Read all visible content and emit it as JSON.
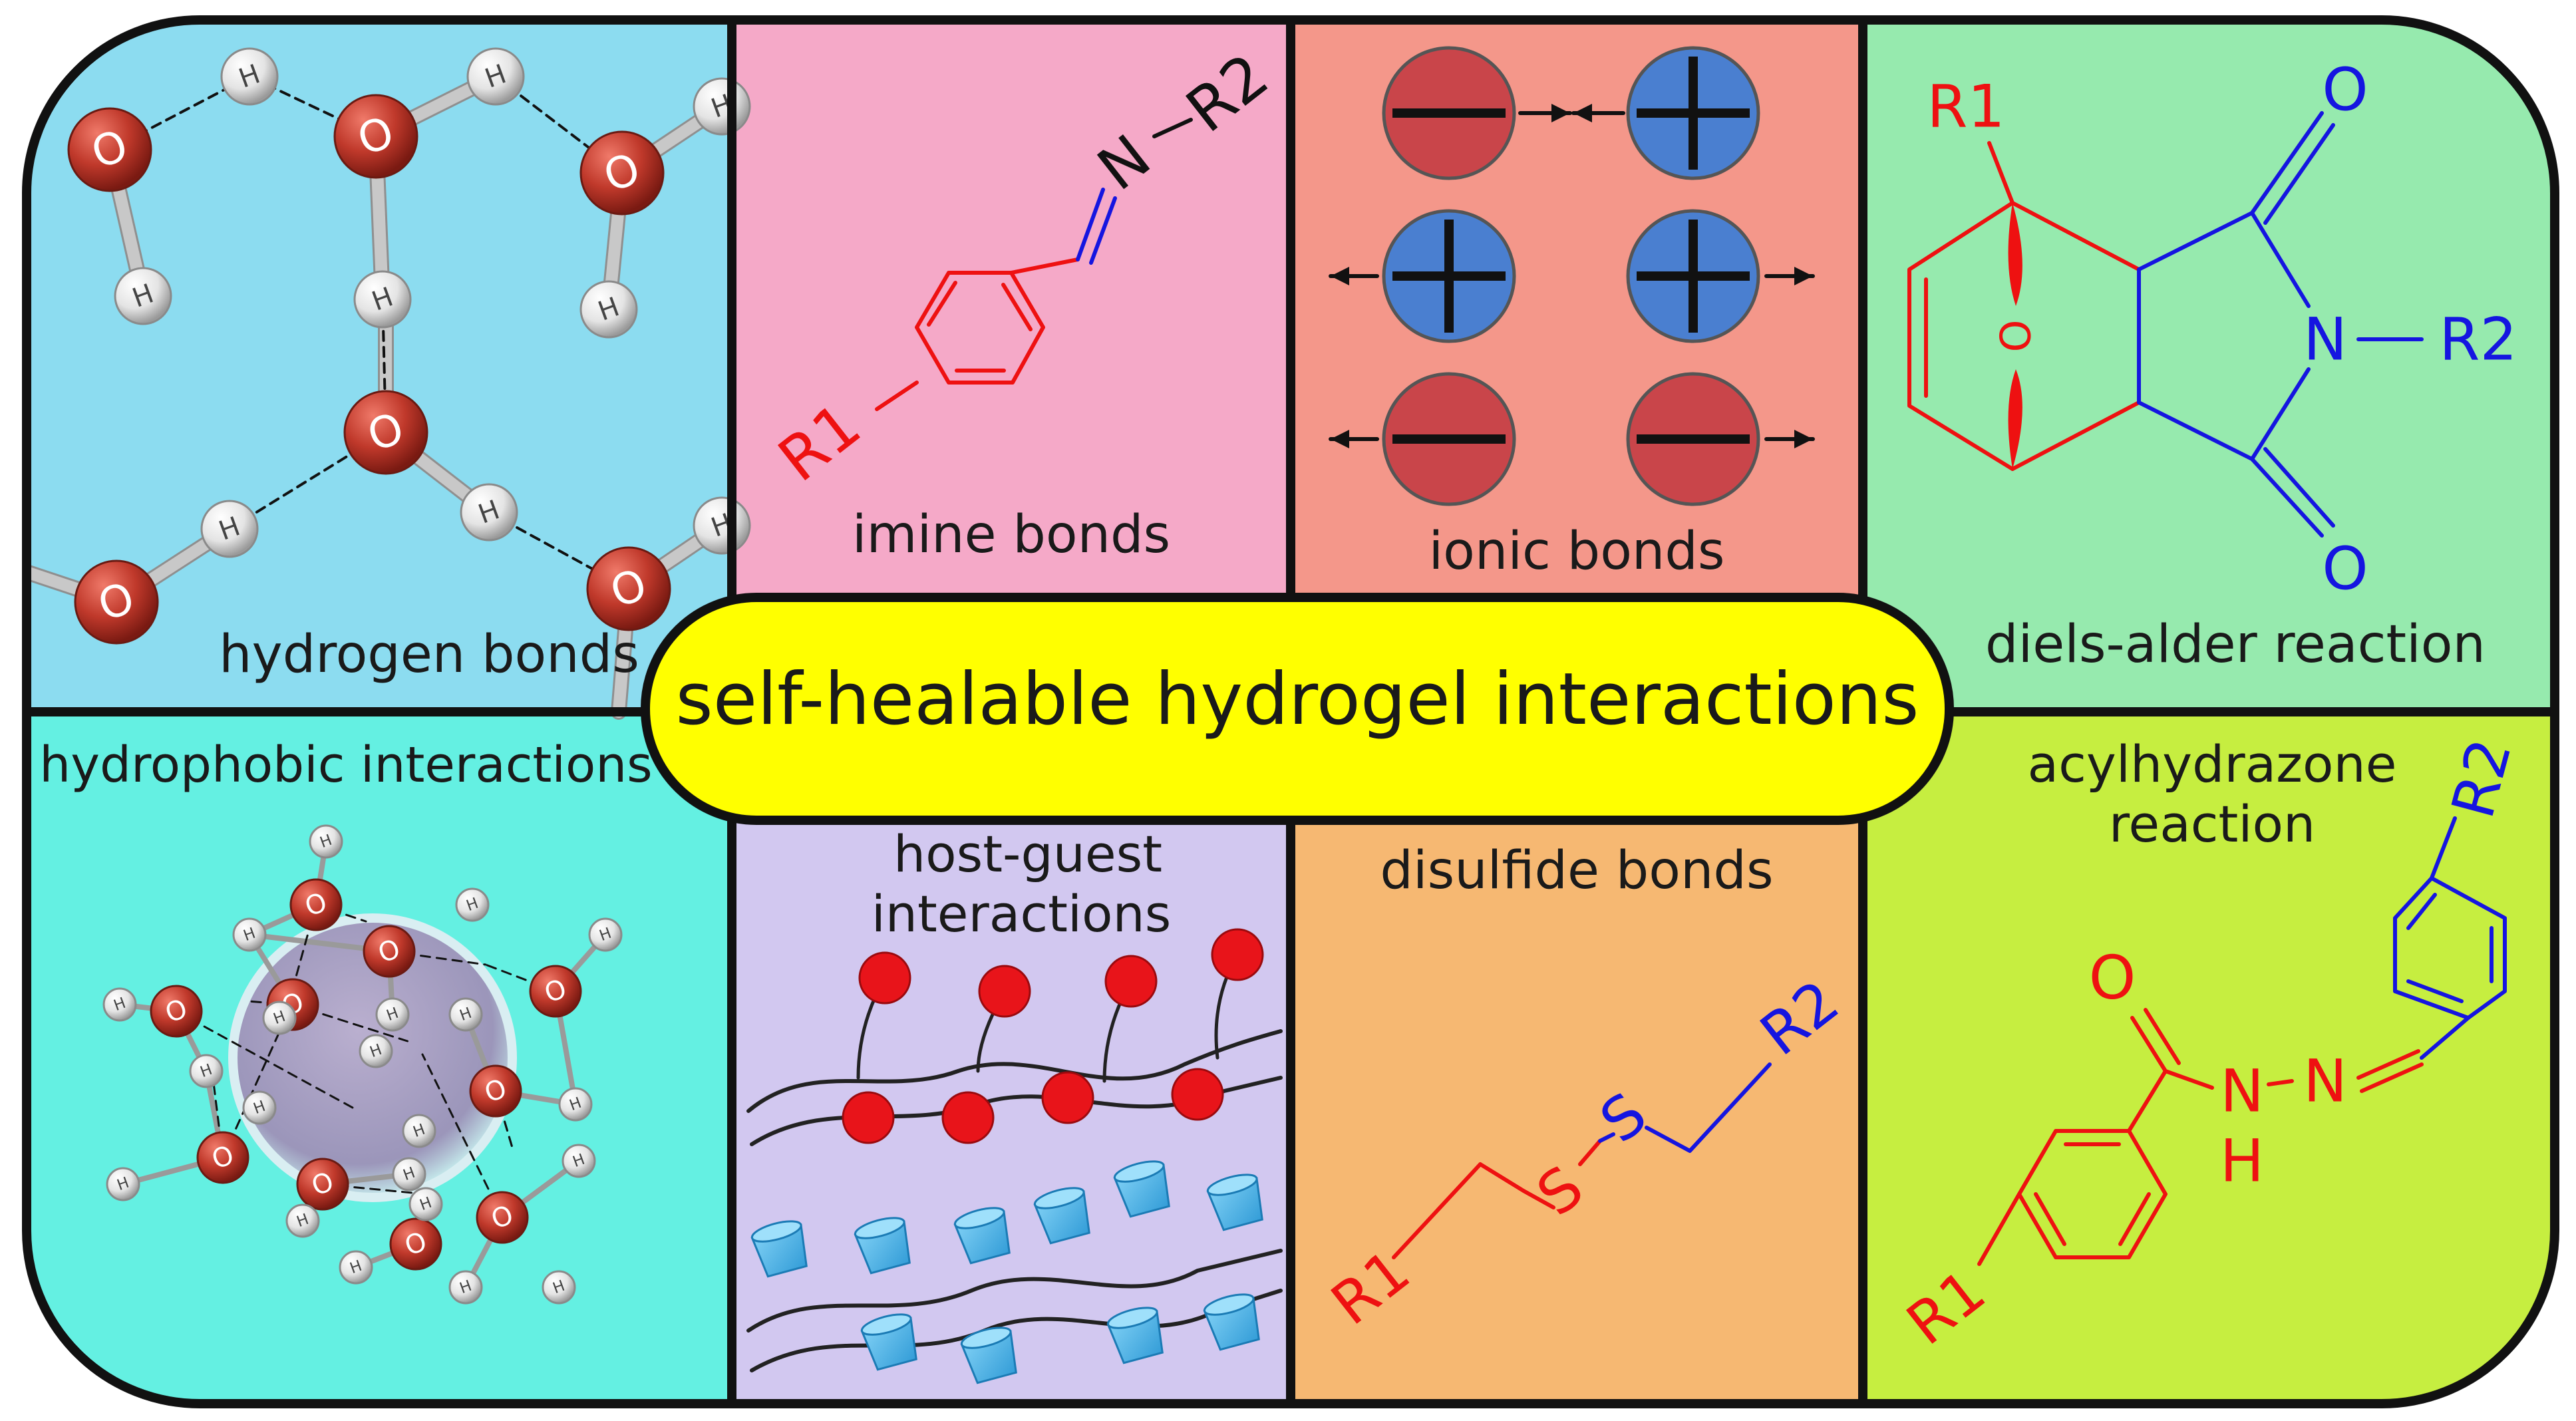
{
  "title": "self-healable hydrogel interactions",
  "panels": {
    "hydrogen": {
      "label": "hydrogen bonds",
      "color": "#8cdcf0"
    },
    "imine": {
      "label": "imine bonds",
      "color": "#f5a9c8",
      "r1": "R1",
      "r2": "R2",
      "n": "N"
    },
    "ionic": {
      "label": "ionic bonds",
      "color": "#f4978a"
    },
    "diels_alder": {
      "label": "diels-alder reaction",
      "color": "#96eaae",
      "r1": "R1",
      "r2": "R2",
      "o": "O",
      "n": "N"
    },
    "hydrophobic": {
      "label": "hydrophobic interactions",
      "color": "#64f0e2"
    },
    "host_guest": {
      "label_line1": "host-guest",
      "label_line2": "interactions",
      "color": "#d2c8f0"
    },
    "disulfide": {
      "label": "disulfide bonds",
      "color": "#f6b872",
      "r1": "R1",
      "r2": "R2",
      "s": "S"
    },
    "acylhydrazone": {
      "label_line1": "acylhydrazone",
      "label_line2": "reaction",
      "color": "#c6ee40",
      "r1": "R1",
      "r2": "R2",
      "o": "O",
      "n": "N",
      "h": "H"
    }
  },
  "atoms": {
    "oxygen": "O",
    "hydrogen": "H"
  },
  "colors": {
    "red": "#ee1111",
    "blue": "#1515e0",
    "oxygen_atom": "#b8352a",
    "hydrogen_atom": "#e8e8e8",
    "anion": "#c9454a",
    "cation": "#4a7fd0",
    "banner": "#ffff00",
    "guest_ball": "#e8141a",
    "host_cup": "#49b6e8"
  }
}
